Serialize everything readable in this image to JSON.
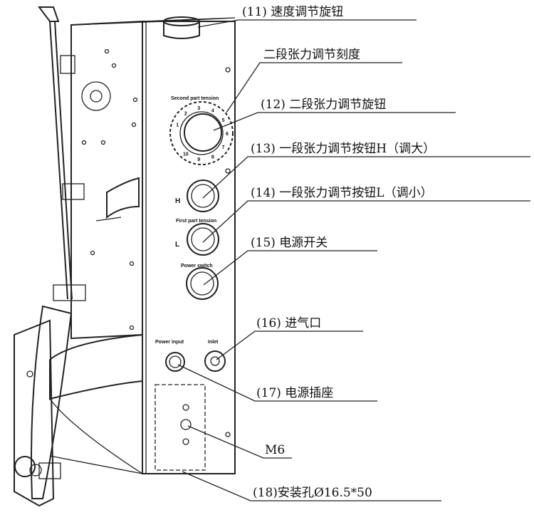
{
  "labels": {
    "speed_knob": "(11) 速度调节旋钮",
    "second_scale": "二段张力调节刻度",
    "second_knob": "(12) 二段张力调节旋钮",
    "first_h": "(13) 一段张力调节按钮H（调大）",
    "first_l": "(14) 一段张力调节按钮L（调小）",
    "power_switch": "(15) 电源开关",
    "inlet": "(16) 进气口",
    "power_socket": "(17) 电源插座",
    "m6": "M6",
    "mount_hole": "(18)安装孔Ø16.5*50"
  },
  "panel": {
    "second_part_tension": "Second part tension",
    "h": "H",
    "first_part_tension": "First part tension",
    "l": "L",
    "power_switch": "Power switch",
    "power_input": "Power input",
    "inlet": "Inlet",
    "dial_ticks": [
      "1",
      "2",
      "3",
      "4",
      "5",
      "6",
      "7",
      "8",
      "9",
      "10"
    ]
  }
}
